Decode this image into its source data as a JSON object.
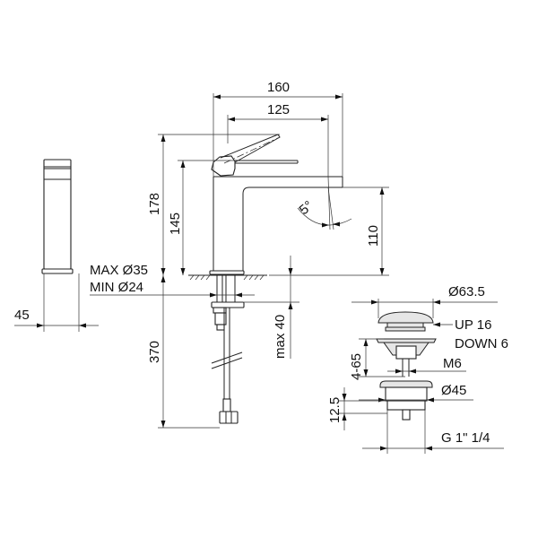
{
  "title": "Basin mixer technical drawing",
  "colors": {
    "line": "#222222",
    "background": "#ffffff",
    "text": "#111111"
  },
  "dimensions": {
    "overall_depth": "160",
    "spout_reach": "125",
    "overall_height": "178",
    "lever_height": "145",
    "spout_height": "110",
    "spout_angle": "5°",
    "side_width": "45",
    "hole_max": "MAX Ø35",
    "hole_min": "MIN Ø24",
    "max_deck_thickness": "max 40",
    "hose_length": "370"
  },
  "waste": {
    "cap_diameter": "Ø63.5",
    "stroke_up": "UP 16",
    "stroke_down": "DOWN 6",
    "adjust_range": "4-65",
    "rod_thread": "M6",
    "body_diameter": "Ø45",
    "body_height": "12.5",
    "thread": "G 1\" 1/4"
  }
}
